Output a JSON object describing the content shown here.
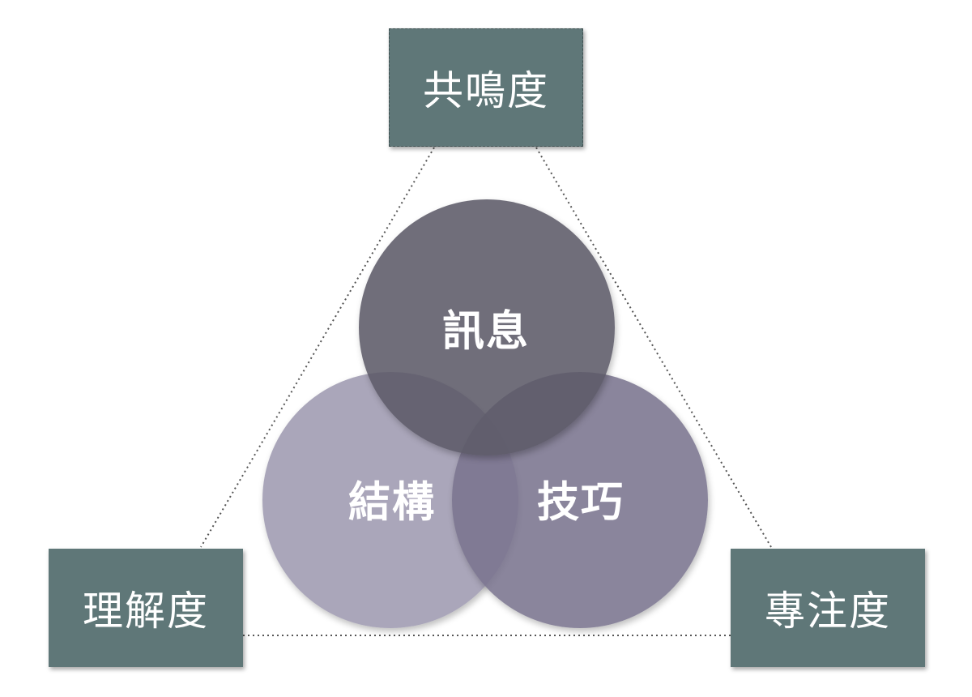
{
  "vertices": {
    "top": "共鳴度",
    "left": "理解度",
    "right": "專注度"
  },
  "circles": {
    "top": "訊息",
    "left": "結構",
    "right": "技巧"
  },
  "colors": {
    "box_fill": "#5f7778",
    "circle_top": "#5c5a68",
    "circle_left": "#9e9ab1",
    "circle_right": "#7a748e",
    "connector": "#555555"
  }
}
